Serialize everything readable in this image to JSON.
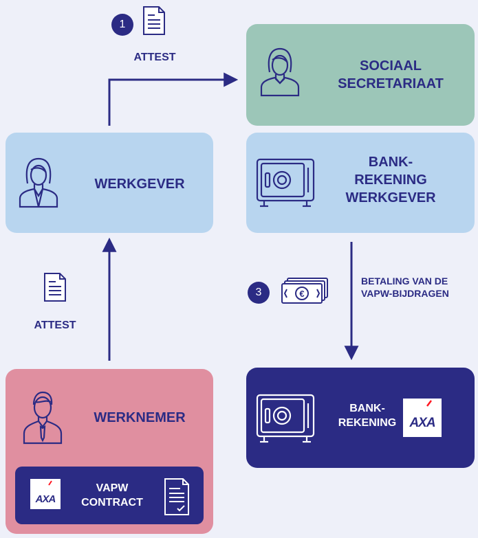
{
  "colors": {
    "background": "#eef0f9",
    "navy": "#2b2b84",
    "green_box": "#9cc6b8",
    "blue_box": "#b8d5ef",
    "pink_box": "#e08fa0",
    "axa_red": "#ff1721"
  },
  "step1": {
    "number": "1",
    "doc_label": "ATTEST",
    "icon": "document-icon"
  },
  "step3": {
    "number": "3",
    "icon": "banknotes-icon"
  },
  "sociaal": {
    "line1": "SOCIAAL",
    "line2": "SECRETARIAAT",
    "icon": "woman-icon"
  },
  "werkgever": {
    "label": "WERKGEVER",
    "icon": "woman-icon"
  },
  "bank_werkgever": {
    "line1": "BANK-",
    "line2": "REKENING",
    "line3": "WERKGEVER",
    "icon": "safe-icon"
  },
  "attest_left": {
    "label": "ATTEST",
    "icon": "document-icon"
  },
  "betaling": {
    "line1": "BETALING VAN DE",
    "line2": "VAPW-BIJDRAGEN"
  },
  "werknemer": {
    "label": "WERKNEMER",
    "icon": "man-icon"
  },
  "vapw": {
    "line1": "VAPW",
    "line2": "CONTRACT",
    "icon": "contract-icon"
  },
  "bank_axa": {
    "line1": "BANK-",
    "line2": "REKENING",
    "icon": "safe-icon"
  },
  "axa_logo": "AXA"
}
